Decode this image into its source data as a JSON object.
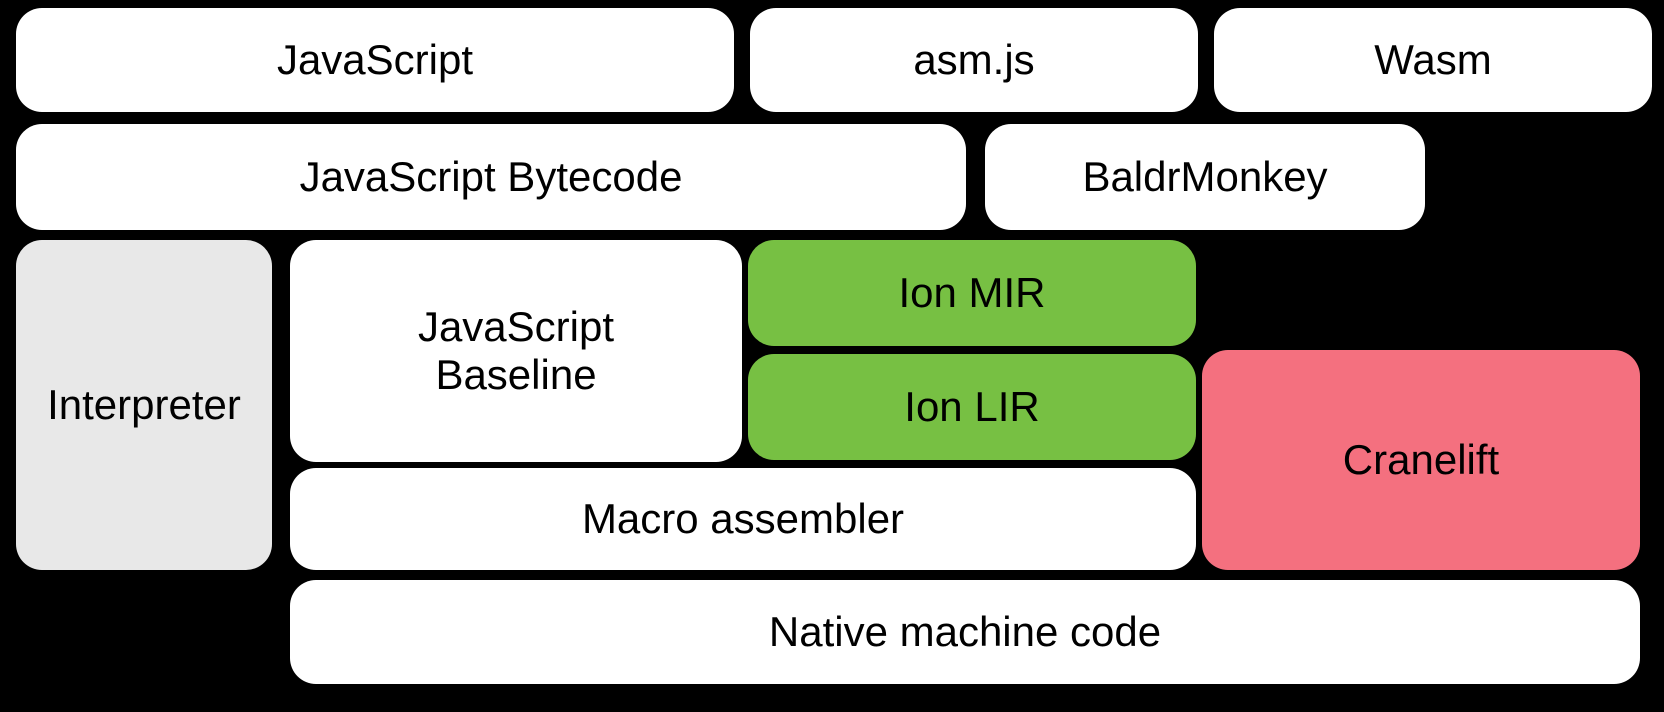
{
  "page": {
    "background": "#000000",
    "text_color": "#000000"
  },
  "colors": {
    "box_default": "#ffffff",
    "box_interpreter": "#e8e8e8",
    "box_ion": "#77c043",
    "box_cranelift": "#f4707f"
  },
  "boxes": {
    "javascript": {
      "label": "JavaScript",
      "bg": "#ffffff"
    },
    "asm_js": {
      "label": "asm.js",
      "bg": "#ffffff"
    },
    "wasm": {
      "label": "Wasm",
      "bg": "#ffffff"
    },
    "javascript_bytecode": {
      "label": "JavaScript Bytecode",
      "bg": "#ffffff"
    },
    "baldrmonkey": {
      "label": "BaldrMonkey",
      "bg": "#ffffff"
    },
    "interpreter": {
      "label": "Interpreter",
      "bg": "#e8e8e8"
    },
    "javascript_baseline": {
      "label": "JavaScript Baseline",
      "bg": "#ffffff"
    },
    "ion_mir": {
      "label": "Ion MIR",
      "bg": "#77c043"
    },
    "ion_lir": {
      "label": "Ion LIR",
      "bg": "#77c043"
    },
    "cranelift": {
      "label": "Cranelift",
      "bg": "#f4707f"
    },
    "macro_assembler": {
      "label": "Macro assembler",
      "bg": "#ffffff"
    },
    "native_machine_code": {
      "label": "Native machine code",
      "bg": "#ffffff"
    }
  }
}
